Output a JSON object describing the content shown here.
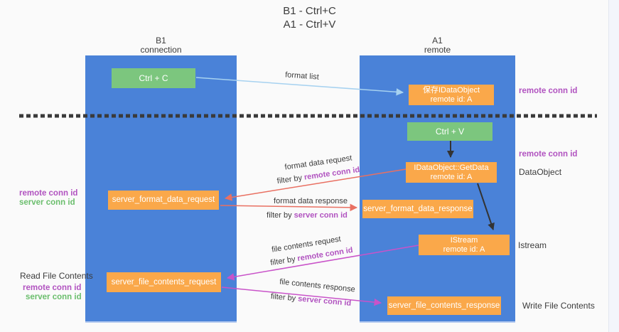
{
  "title": {
    "line1": "B1 - Ctrl+C",
    "line2": "A1 - Ctrl+V"
  },
  "lanes": {
    "b1": {
      "name": "B1",
      "role": "connection"
    },
    "a1": {
      "name": "A1",
      "role": "remote"
    }
  },
  "boxes": {
    "ctrl_c": "Ctrl + C",
    "ctrl_v": "Ctrl + V",
    "save_idataobject": {
      "title": "保存IDataObject",
      "subtitle": "remote id: A"
    },
    "getdata": {
      "title": "IDataObject::GetData",
      "subtitle": "remote id: A"
    },
    "istream": {
      "title": "IStream",
      "subtitle": "remote id: A"
    },
    "format_request": "server_format_data_request",
    "format_response": "server_format_data_response",
    "file_request": "server_file_contents_request",
    "file_response": "server_file_contents_response"
  },
  "flows": {
    "format_list": "format list",
    "format_request": {
      "text": "format data request",
      "filter": "filter by ",
      "conn": "remote conn id"
    },
    "format_response": {
      "text": "format data response",
      "filter": "filter by ",
      "conn": "server conn id"
    },
    "file_request": {
      "text": "file contents request",
      "filter": "filter by ",
      "conn": "remote conn id"
    },
    "file_response": {
      "text": "file contents response",
      "filter": "filter by ",
      "conn": "server conn id"
    }
  },
  "annotations": {
    "right_top_conn": "remote conn id",
    "right_mid_conn": "remote conn id",
    "dataobject": "DataObject",
    "istream_label": "Istream",
    "write_file": "Write File Contents",
    "read_file": "Read File Contents",
    "left_mid": {
      "remote": "remote conn id",
      "server": "server conn id"
    },
    "left_bottom": {
      "remote": "remote conn id",
      "server": "server conn id"
    }
  },
  "colors": {
    "lane_blue": "#4a82d8",
    "box_green": "#7cc67e",
    "box_orange": "#faa84a",
    "arrow_light_blue": "#a7d2f0",
    "arrow_red": "#e97062",
    "arrow_magenta": "#c953c9",
    "arrow_black": "#333333",
    "text_purple": "#b153c0",
    "text_green": "#6bbe6d",
    "dashed_separator": "#3a3a3a",
    "background": "#fafafa"
  }
}
